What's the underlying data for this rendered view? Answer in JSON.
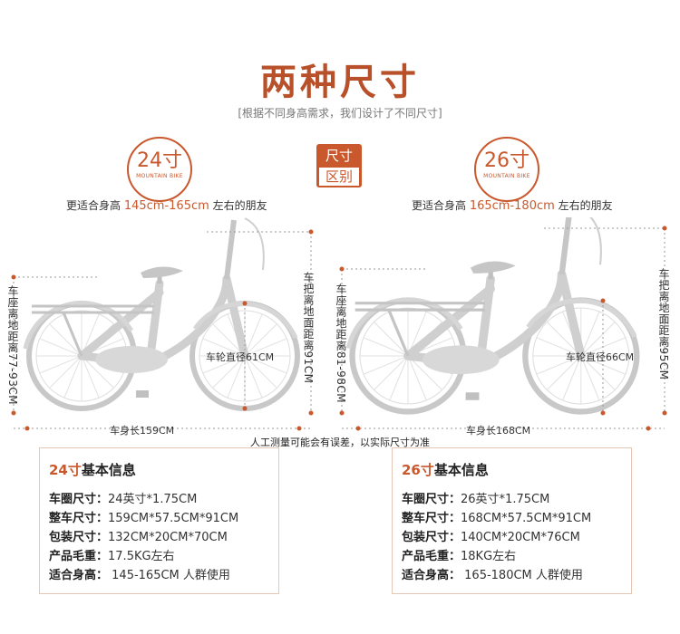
{
  "header": {
    "title": "两种尺寸",
    "subtitle": "[根据不同身高需求，我们设计了不同尺寸]"
  },
  "compare_tag": {
    "line1": "尺寸",
    "line2": "区别"
  },
  "accent_color": "#c9582c",
  "left": {
    "badge_size": "24寸",
    "badge_sub": "MOUNTAIN BIKE",
    "suit_prefix": "更适合身高",
    "suit_range": "145cm-165cm",
    "suit_suffix": "左右的朋友",
    "seat_height": "车座离地距离77-93CM",
    "handle_height": "车把离地面距离91CM",
    "wheel": "车轮直径61CM",
    "length": "车身长159CM",
    "card": {
      "size": "24寸",
      "heading": "基本信息",
      "rows": [
        {
          "key": "车圈尺寸：",
          "val": "24英寸*1.75CM"
        },
        {
          "key": "整车尺寸：",
          "val": "159CM*57.5CM*91CM"
        },
        {
          "key": "包装尺寸：",
          "val": "132CM*20CM*70CM"
        },
        {
          "key": "产品毛重：",
          "val": "17.5KG左右"
        },
        {
          "key": "适合身高：",
          "val": " 145-165CM  人群使用"
        }
      ]
    }
  },
  "right": {
    "badge_size": "26寸",
    "badge_sub": "MOUNTAIN BIKE",
    "suit_prefix": "更适合身高",
    "suit_range": "165cm-180cm",
    "suit_suffix": "左右的朋友",
    "seat_height": "车座离地距离81-98CM",
    "handle_height": "车把离地面距离95CM",
    "wheel": "车轮直径66CM",
    "length": "车身长168CM",
    "card": {
      "size": "26寸",
      "heading": "基本信息",
      "rows": [
        {
          "key": "车圈尺寸：",
          "val": "26英寸*1.75CM"
        },
        {
          "key": "整车尺寸：",
          "val": "168CM*57.5CM*91CM"
        },
        {
          "key": "包装尺寸：",
          "val": "140CM*20CM*76CM"
        },
        {
          "key": "产品毛重：",
          "val": "18KG左右"
        },
        {
          "key": "适合身高：",
          "val": " 165-180CM  人群使用"
        }
      ]
    }
  },
  "note": "人工测量可能会有误差，以实际尺寸为准"
}
